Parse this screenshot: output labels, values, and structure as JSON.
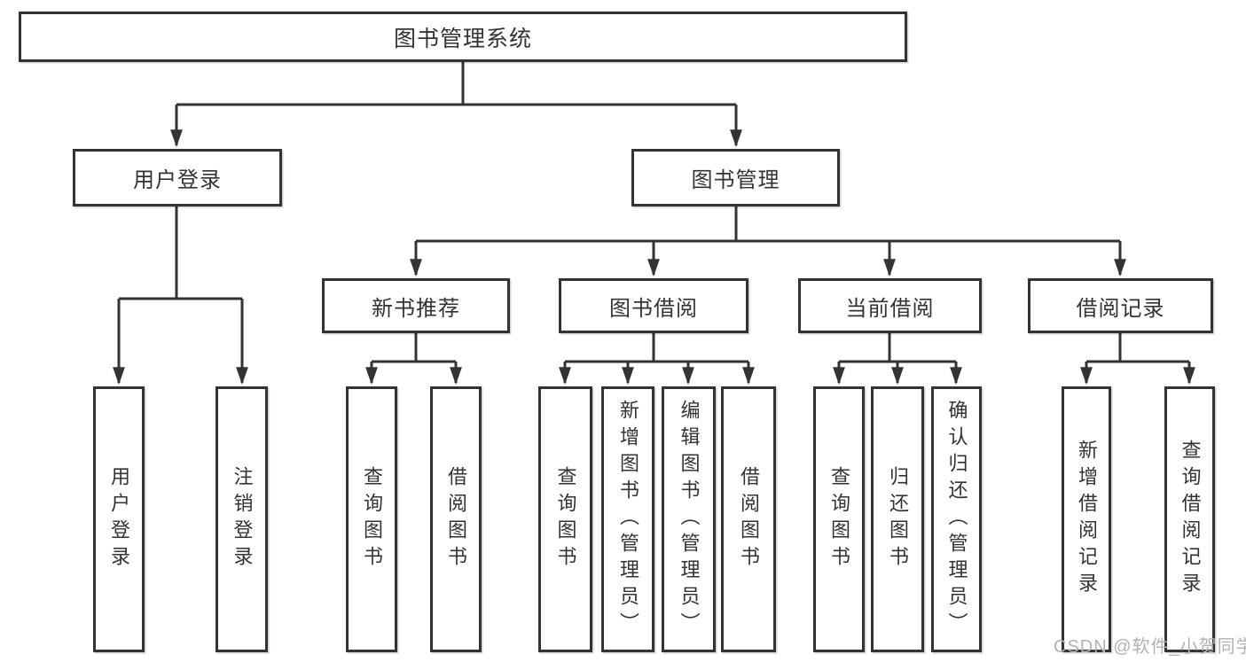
{
  "tree": {
    "label": "图书管理系统",
    "children": [
      {
        "label": "用户登录",
        "children": [
          {
            "label": "用户登录"
          },
          {
            "label": "注销登录"
          }
        ]
      },
      {
        "label": "图书管理",
        "children": [
          {
            "label": "新书推荐",
            "children": [
              {
                "label": "查询图书"
              },
              {
                "label": "借阅图书"
              }
            ]
          },
          {
            "label": "图书借阅",
            "children": [
              {
                "label": "查询图书"
              },
              {
                "label": "新增图书（管理员）"
              },
              {
                "label": "编辑图书（管理员）"
              },
              {
                "label": "借阅图书"
              }
            ]
          },
          {
            "label": "当前借阅",
            "children": [
              {
                "label": "查询图书"
              },
              {
                "label": "归还图书"
              },
              {
                "label": "确认归还（管理员）"
              }
            ]
          },
          {
            "label": "借阅记录",
            "children": [
              {
                "label": "新增借阅记录"
              },
              {
                "label": "查询借阅记录"
              }
            ]
          }
        ]
      }
    ]
  },
  "watermark": {
    "text": "CSDN @软件_小贺同学"
  },
  "colors": {
    "line": "#333333",
    "box_border": "#333333",
    "text": "#333333",
    "watermark": "#b2b2b2",
    "background": "#ffffff"
  }
}
